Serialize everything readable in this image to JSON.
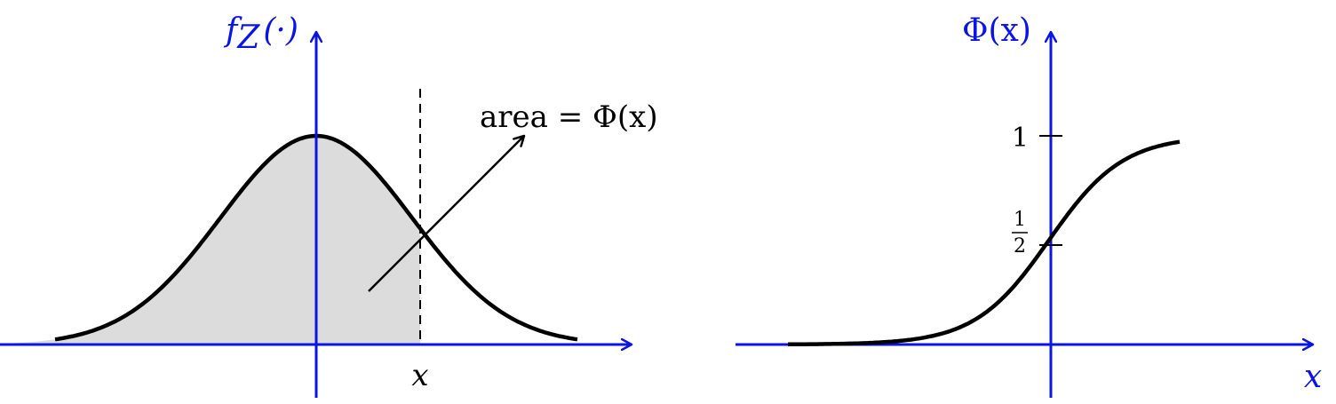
{
  "left_panel": {
    "y_axis_label": "f_Z(·)",
    "y_axis_label_main": "f",
    "y_axis_label_sub": "Z",
    "y_axis_label_arg": "(·)",
    "x_marker_label": "x",
    "annotation": "area = Φ(x)"
  },
  "right_panel": {
    "y_axis_label": "Φ(x)",
    "x_axis_label": "x",
    "tick_one": "1",
    "tick_half_num": "1",
    "tick_half_den": "2"
  },
  "colors": {
    "axis": "#0a14e6",
    "curve": "#000000",
    "shade": "#dcdcdc"
  }
}
